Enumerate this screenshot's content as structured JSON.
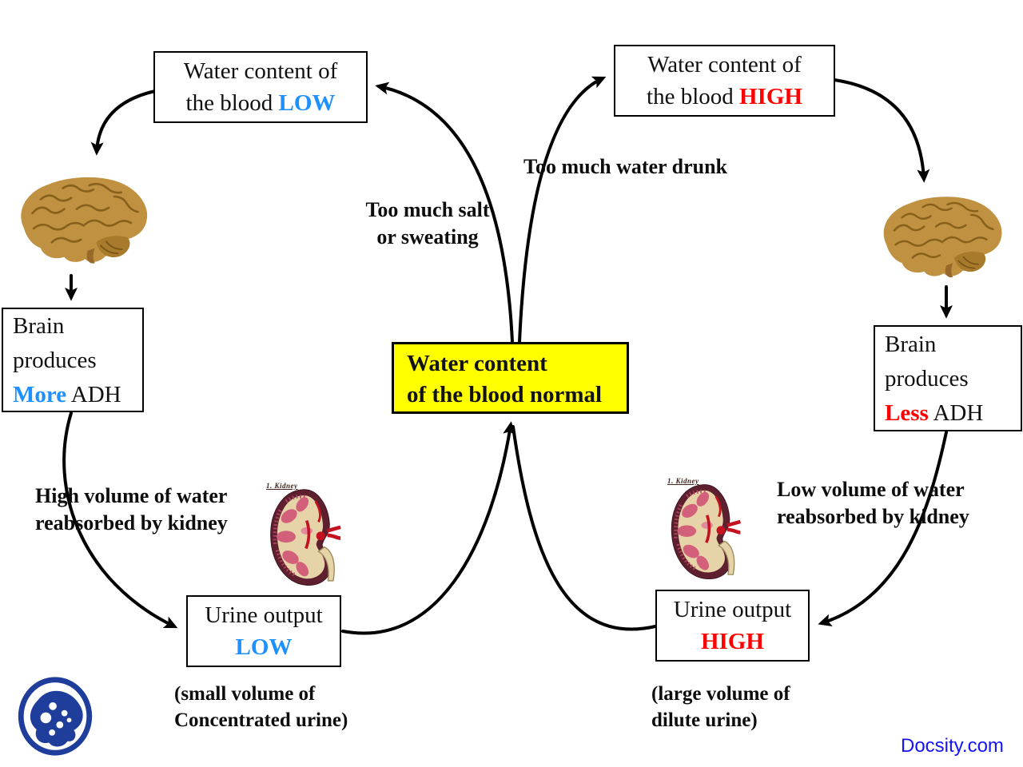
{
  "colors": {
    "accent_blue": "#1E90FF",
    "accent_red": "#FF0000",
    "highlight_yellow": "#FFFF00",
    "logo_blue": "#1F3D9B",
    "link_blue": "#1414F5",
    "arrow_black": "#000000",
    "brain_tan": "#C09140",
    "kidney_maroon": "#5E1F2F"
  },
  "boxes": {
    "blood_low": {
      "line1": "Water content of",
      "prefix": "the blood",
      "keyword": "LOW"
    },
    "blood_high": {
      "line1": "Water content of",
      "prefix": "the blood",
      "keyword": "HIGH"
    },
    "normal": {
      "line1": "Water content",
      "line2": "of the blood normal"
    },
    "brain_more": {
      "line1": "Brain",
      "line2": "produces",
      "keyword": "More",
      "suffix": "ADH"
    },
    "brain_less": {
      "line1": "Brain",
      "line2": "produces",
      "keyword": "Less",
      "suffix": "ADH"
    },
    "urine_low": {
      "line1": "Urine output",
      "keyword": "LOW"
    },
    "urine_high": {
      "line1": "Urine output",
      "keyword": "HIGH"
    }
  },
  "labels": {
    "salt_line1": "Too much salt",
    "salt_line2": "or sweating",
    "water_drunk": "Too much water drunk",
    "high_vol_line1": "High volume of water",
    "high_vol_line2": "reabsorbed by kidney",
    "low_vol_line1": "Low volume of water",
    "low_vol_line2": "reabsorbed by kidney",
    "small_vol_line1": "(small volume of",
    "small_vol_line2": "Concentrated urine)",
    "large_vol_line1": "(large volume of",
    "large_vol_line2": "dilute urine)"
  },
  "images": {
    "kidney_caption": "1. Kidney"
  },
  "footer": {
    "watermark": "Docsity.com"
  }
}
